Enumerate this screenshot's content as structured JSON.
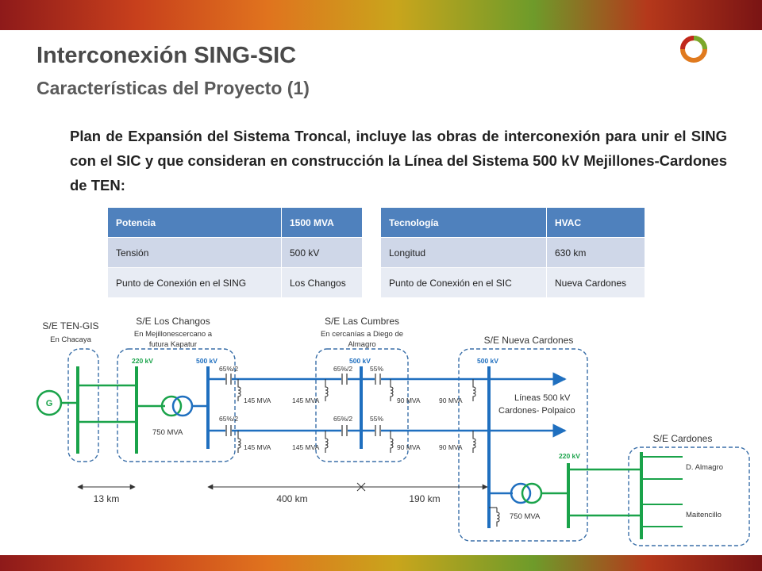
{
  "header": {
    "title": "Interconexión SING-SIC",
    "subtitle": "Características del Proyecto (1)"
  },
  "intro": "Plan de Expansión del Sistema Troncal, incluye las obras de interconexión para unir el SING con el SIC y que consideran en construcción la Línea del Sistema 500 kV Mejillones-Cardones de TEN:",
  "tables": {
    "left": [
      [
        "Potencia",
        "1500 MVA"
      ],
      [
        "Tensión",
        "500 kV"
      ],
      [
        "Punto de Conexión en el SING",
        "Los Changos"
      ]
    ],
    "right": [
      [
        "Tecnología",
        "HVAC"
      ],
      [
        "Longitud",
        "630 km"
      ],
      [
        "Punto de Conexión en el SIC",
        "Nueva Cardones"
      ]
    ]
  },
  "diagram": {
    "substations": {
      "ten_gis": {
        "name": "S/E TEN-GIS",
        "location": "En Chacaya"
      },
      "los_changos": {
        "name": "S/E Los Changos",
        "location1": "En Mejillonescercano a",
        "location2": "futura Kapatur"
      },
      "las_cumbres": {
        "name": "S/E Las Cumbres",
        "location1": "En cercanías a Diego de",
        "location2": "Almagro"
      },
      "nueva_cardones": {
        "name": "S/E Nueva Cardones"
      },
      "cardones": {
        "name": "S/E Cardones"
      }
    },
    "voltages": {
      "v220": "220 kV",
      "v500": "500 kV"
    },
    "generator": "G",
    "transformer": "750 MVA",
    "compensation": {
      "series_a": "65%/2",
      "series_b": "55%",
      "r145": "145 MVA",
      "r90": "90 MVA"
    },
    "lines_label1": "Líneas 500 kV",
    "lines_label2": "Cardones- Polpaico",
    "feeders": {
      "almagro": "D. Almagro",
      "maitencillo": "Maitencillo"
    },
    "distances": {
      "d13": "13 km",
      "d400": "400 km",
      "d190": "190 km"
    },
    "colors": {
      "green": "#1aa34a",
      "blue": "#1f6fbf",
      "dash": "#3a6fa8",
      "header_blue": "#4f81bd"
    }
  }
}
